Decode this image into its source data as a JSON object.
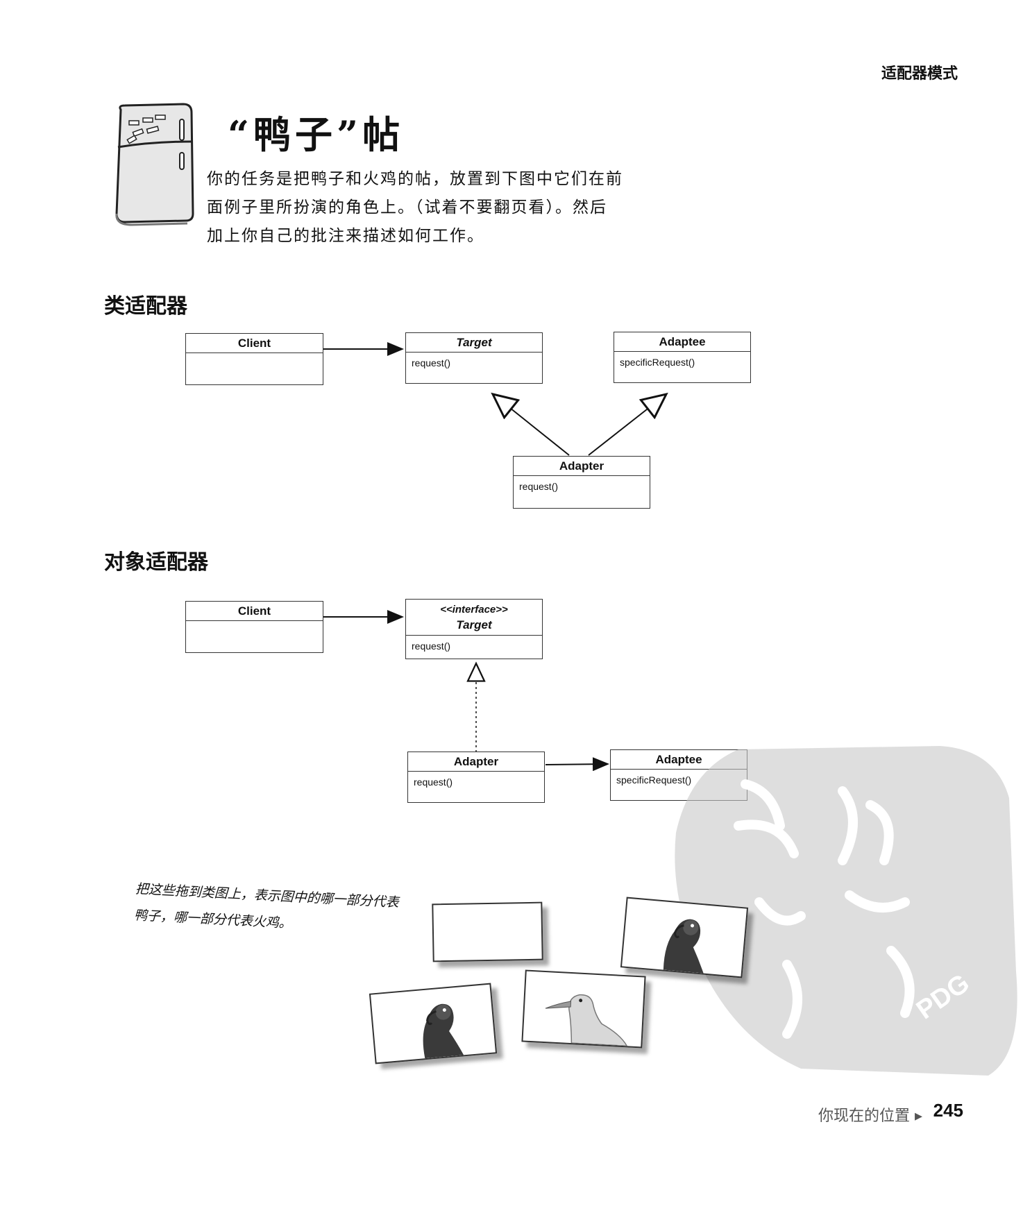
{
  "header": {
    "chapter": "适配器模式"
  },
  "title": "“鸭子”帖",
  "intro": "你的任务是把鸭子和火鸡的帖，放置到下图中它们在前面例子里所扮演的角色上。（试着不要翻页看）。然后加上你自己的批注来描述如何工作。",
  "class_adapter": {
    "heading": "类适配器",
    "client": {
      "name": "Client"
    },
    "target": {
      "name": "Target",
      "method": "request()"
    },
    "adaptee": {
      "name": "Adaptee",
      "method": "specificRequest()"
    },
    "adapter": {
      "name": "Adapter",
      "method": "request()"
    }
  },
  "object_adapter": {
    "heading": "对象适配器",
    "client": {
      "name": "Client"
    },
    "target": {
      "stereotype": "<<interface>>",
      "name": "Target",
      "method": "request()"
    },
    "adapter": {
      "name": "Adapter",
      "method": "request()"
    },
    "adaptee": {
      "name": "Adaptee",
      "method": "specificRequest()"
    }
  },
  "note": "把这些拖到类图上，表示图中的哪一部分代表鸭子，哪一部分代表火鸡。",
  "cards": [
    {
      "id": "blank",
      "content": ""
    },
    {
      "id": "turkey-1",
      "icon": "turkey-icon"
    },
    {
      "id": "turkey-2",
      "icon": "turkey-icon"
    },
    {
      "id": "duck",
      "icon": "duck-icon"
    }
  ],
  "footer": {
    "location": "你现在的位置 ▸",
    "page": "245"
  },
  "watermark": {
    "text": "PDG"
  }
}
